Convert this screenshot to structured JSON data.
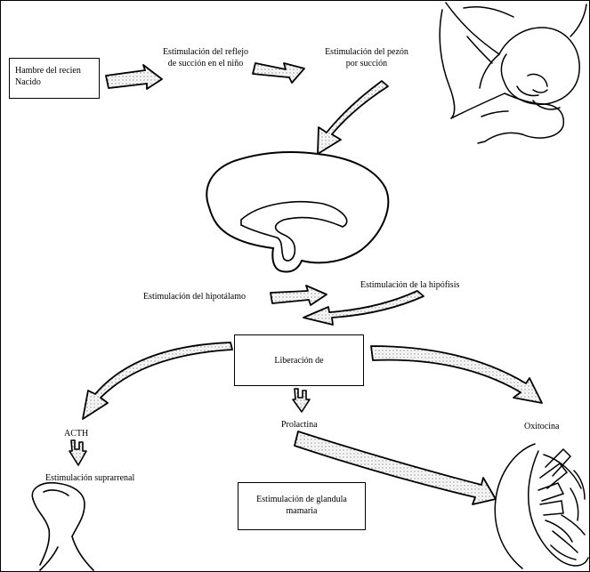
{
  "boxes": {
    "newborn_hunger": [
      "Hambre del recien",
      "Nacido"
    ],
    "release": "Liberación de",
    "gland_stimulation": [
      "Estimulación de glandula",
      "mamaria"
    ]
  },
  "labels": {
    "suction_reflex": [
      "Estimulación del reflejo",
      "de succión en el niño"
    ],
    "nipple_stimulation": [
      "Estimulación del pezón",
      "por succión"
    ],
    "hypothalamus_stimulation": "Estimulación del hipotálamo",
    "pituitary_stimulation": "Estimulación de la hipófisis",
    "acth": "ACTH",
    "prolactin": "Prolactina",
    "oxytocin": "Oxitocina",
    "adrenal_stimulation": "Estimulación suprarrenal"
  },
  "colors": {
    "line": "#000000",
    "arrow_fill": "#ffffff",
    "arrow_texture": "#7a7a7a"
  }
}
